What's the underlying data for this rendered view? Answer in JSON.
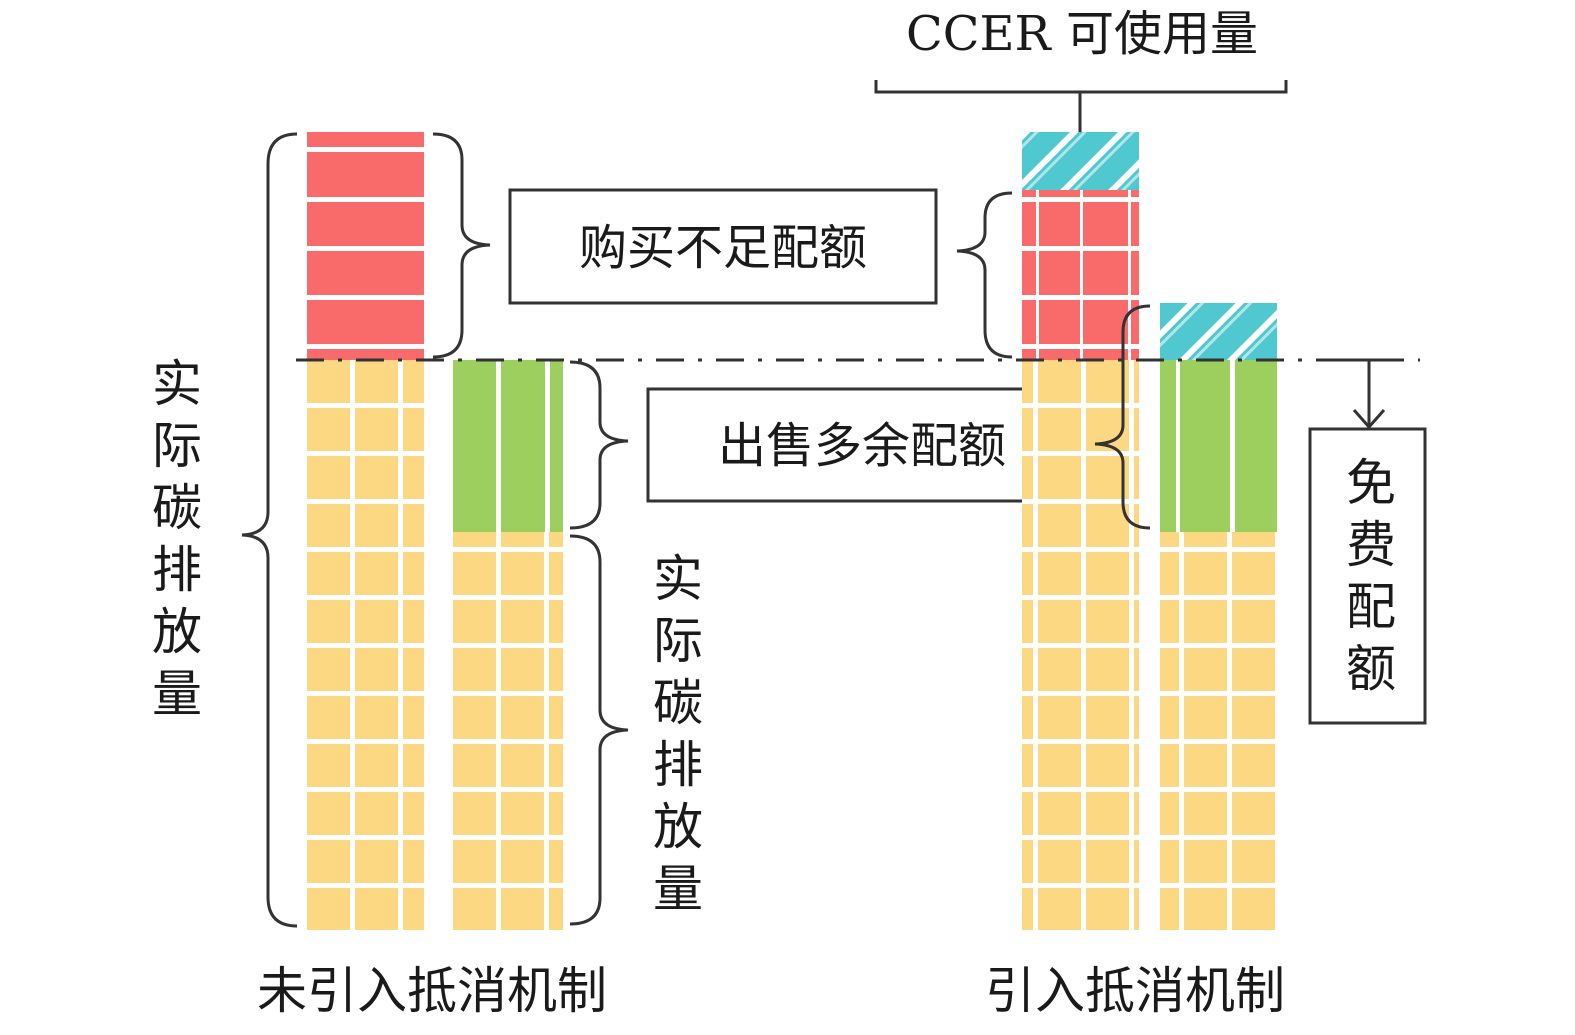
{
  "title_ccer": "CCER 可使用量",
  "labels": {
    "buy_shortfall": "购买不足配额",
    "sell_surplus": "出售多余配额",
    "free_quota": "免费配额",
    "actual_emission": "实际碳排放量"
  },
  "captions": {
    "left": "未引入抵消机制",
    "right": "引入抵消机制"
  },
  "colors": {
    "shortfall": "#F96B6B",
    "surplus": "#9CCF5D",
    "base": "#FDD883",
    "ccer": "#4FC8CF",
    "line": "#333333"
  }
}
